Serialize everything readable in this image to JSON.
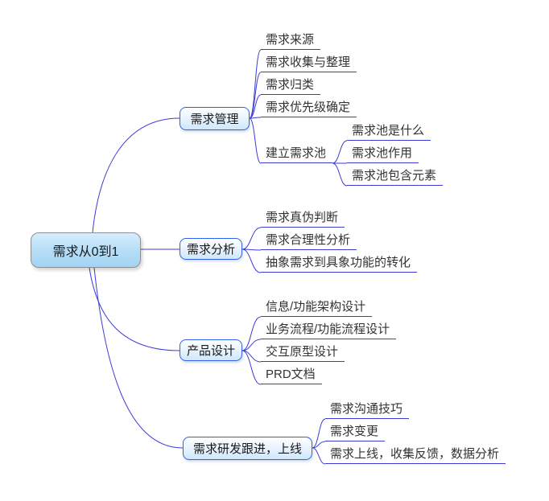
{
  "mindmap": {
    "root": {
      "label": "需求从0到1"
    },
    "branches": [
      {
        "label": "需求管理",
        "children": [
          {
            "label": "需求来源"
          },
          {
            "label": "需求收集与整理"
          },
          {
            "label": "需求归类"
          },
          {
            "label": "需求优先级确定"
          },
          {
            "label": "建立需求池",
            "children": [
              {
                "label": "需求池是什么"
              },
              {
                "label": "需求池作用"
              },
              {
                "label": "需求池包含元素"
              }
            ]
          }
        ]
      },
      {
        "label": "需求分析",
        "children": [
          {
            "label": "需求真伪判断"
          },
          {
            "label": "需求合理性分析"
          },
          {
            "label": "抽象需求到具象功能的转化"
          }
        ]
      },
      {
        "label": "产品设计",
        "children": [
          {
            "label": "信息/功能架构设计"
          },
          {
            "label": "业务流程/功能流程设计"
          },
          {
            "label": "交互原型设计"
          },
          {
            "label": "PRD文档"
          }
        ]
      },
      {
        "label": "需求研发跟进，上线",
        "children": [
          {
            "label": "需求沟通技巧"
          },
          {
            "label": "需求变更"
          },
          {
            "label": "需求上线，收集反馈，数据分析"
          }
        ]
      }
    ],
    "colors": {
      "connector_line": "#3b3bd6",
      "leaf_underline": "#3b3bd6",
      "branch_border": "#2f62e8",
      "branch_fill_top": "#ffffff",
      "branch_fill_bottom": "#cfe7fb",
      "root_border": "#8f8f8f",
      "root_fill_top": "#d7eefd",
      "root_fill_bottom": "#a3d3f4",
      "text": "#1a1a1a",
      "background": "#ffffff"
    }
  }
}
